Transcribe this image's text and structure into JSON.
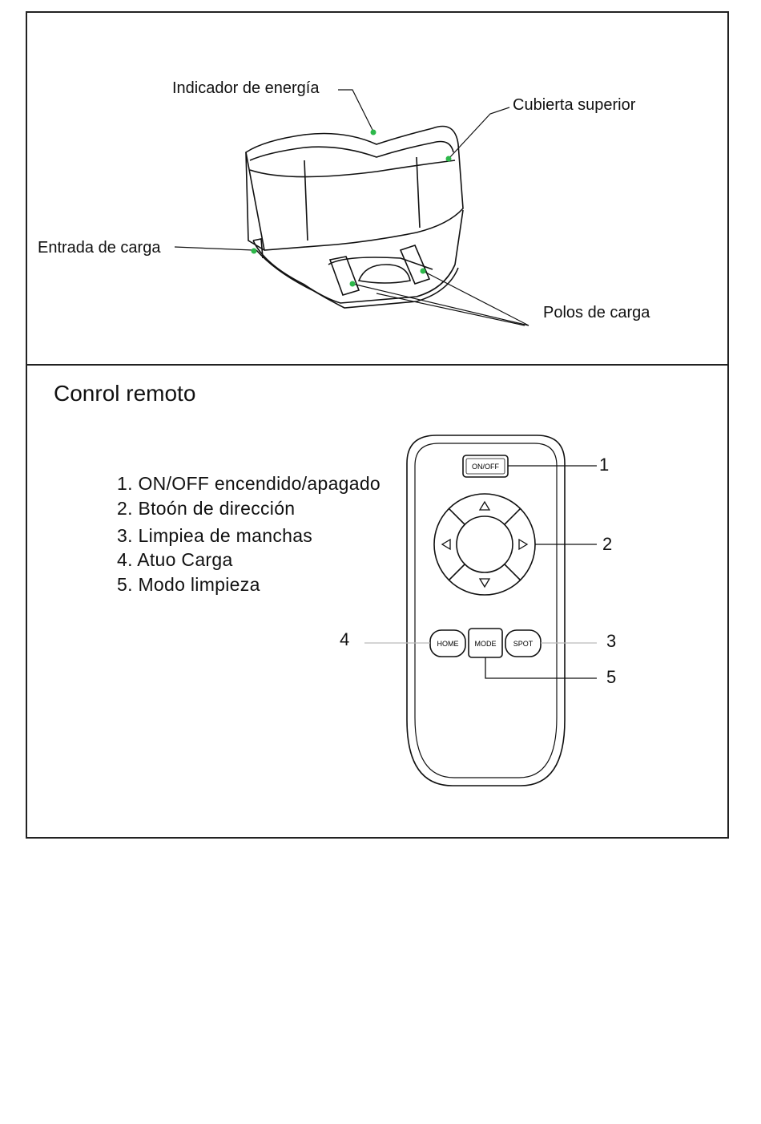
{
  "dock": {
    "labels": {
      "power_indicator": "Indicador de energía",
      "top_cover": "Cubierta superior",
      "charging_input": "Entrada de carga",
      "charging_poles": "Polos de carga"
    },
    "marker_color": "#2db84a"
  },
  "remote": {
    "title": "Conrol remoto",
    "legend": [
      "1. ON/OFF encendido/apagado",
      "2. Btoón de dirección",
      "3. Limpiea de manchas",
      "4. Atuo Carga",
      "5. Modo limpieza"
    ],
    "buttons": {
      "onoff": "ON/OFF",
      "home": "HOME",
      "mode": "MODE",
      "spot": "SPOT"
    },
    "callouts": {
      "c1": "1",
      "c2": "2",
      "c3": "3",
      "c4": "4",
      "c5": "5"
    }
  }
}
